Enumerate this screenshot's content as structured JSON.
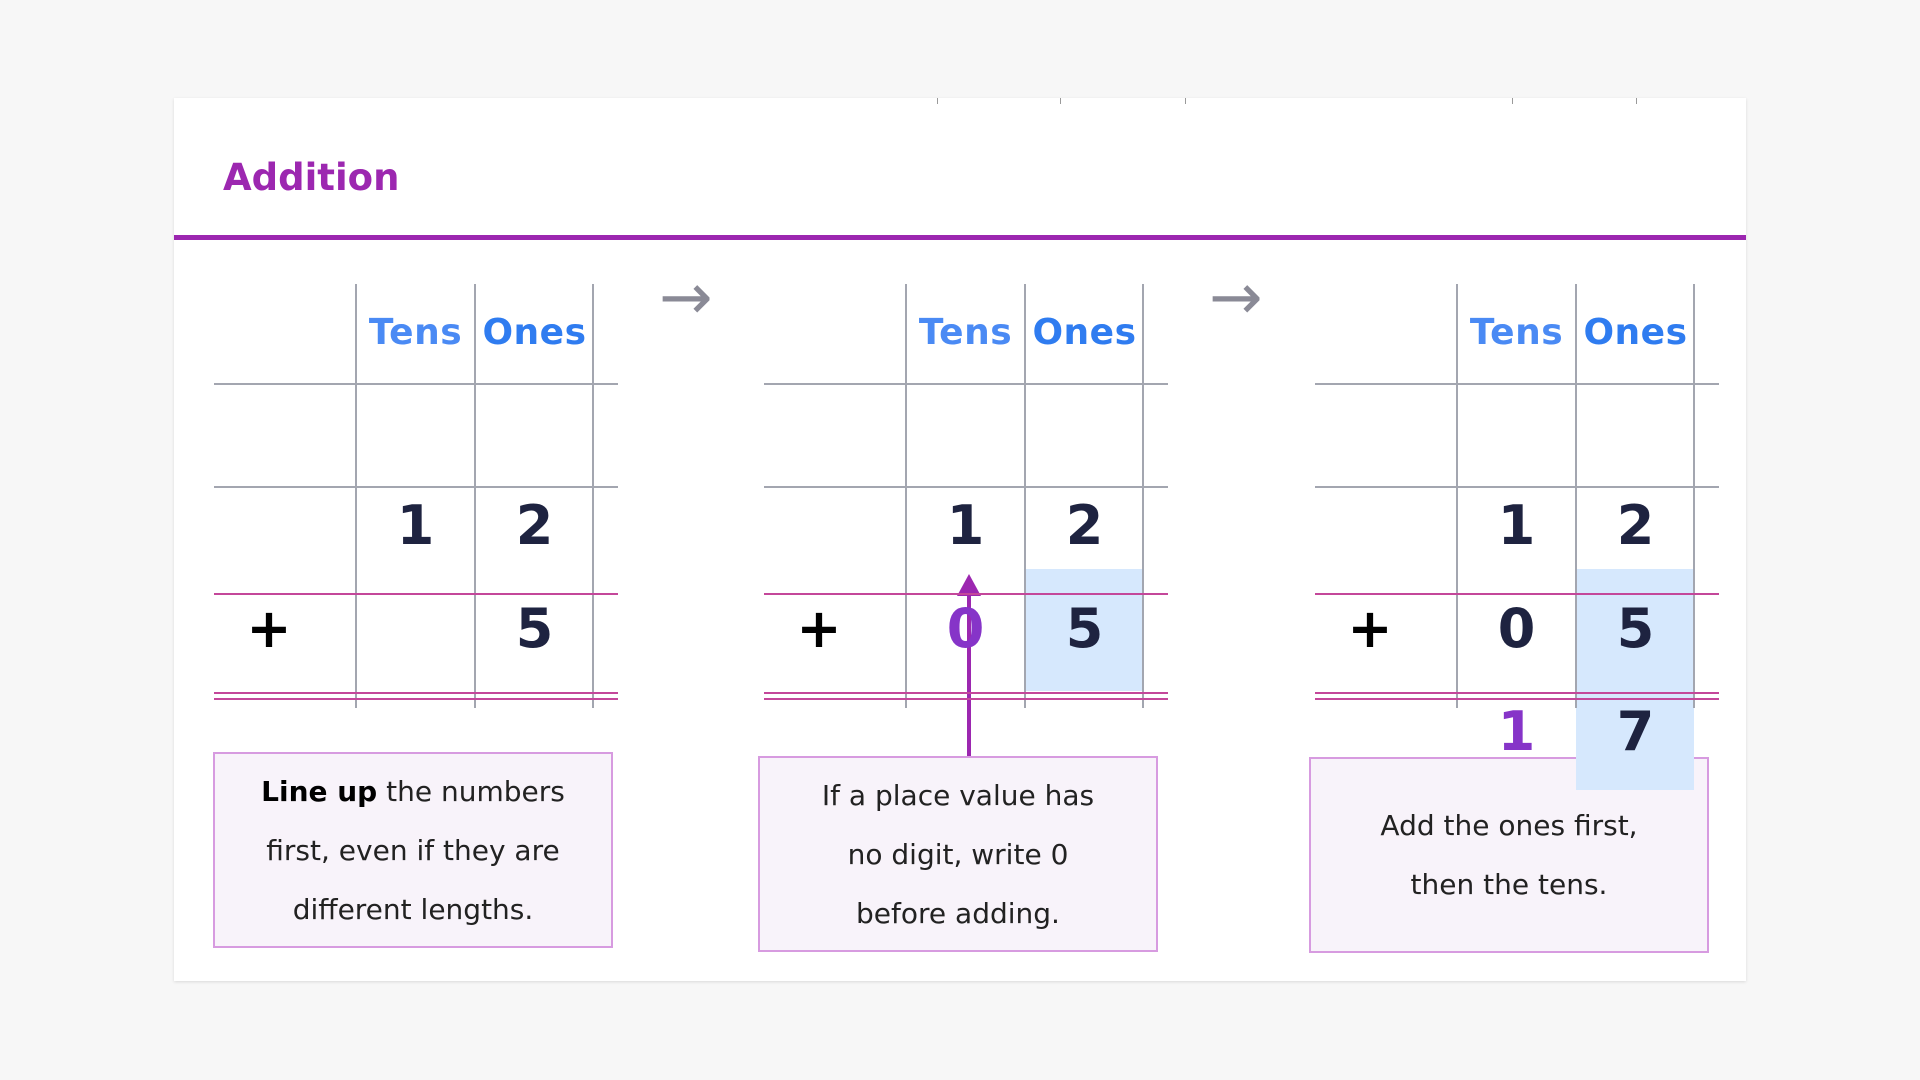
{
  "title": "Addition",
  "colors": {
    "accent": "#9c27b0",
    "header_blue": "#2f7cf0",
    "highlight": "#d6e8fd",
    "digit": "#1e2340",
    "inserted_digit": "#8634c8"
  },
  "tables": [
    {
      "headers": [
        "Tens",
        "Ones"
      ],
      "operator": "+",
      "rows": [
        [
          "1",
          "2"
        ],
        [
          "",
          "5"
        ],
        [
          "",
          ""
        ]
      ],
      "highlight_ones": false,
      "inserted": null
    },
    {
      "headers": [
        "Tens",
        "Ones"
      ],
      "operator": "+",
      "rows": [
        [
          "1",
          "2"
        ],
        [
          "0",
          "5"
        ],
        [
          "",
          ""
        ]
      ],
      "highlight_ones": true,
      "inserted": "row2-tens"
    },
    {
      "headers": [
        "Tens",
        "Ones"
      ],
      "operator": "+",
      "rows": [
        [
          "1",
          "2"
        ],
        [
          "0",
          "5"
        ],
        [
          "1",
          "7"
        ]
      ],
      "highlight_ones": true,
      "inserted": "row3-tens"
    }
  ],
  "arrow_icon": "right-arrow",
  "notes": [
    {
      "bold": "Line up",
      "line1_rest": " the numbers",
      "line2": "first, even if they are",
      "line3": "different lengths."
    },
    {
      "line1": "If a place value has",
      "line2": "no digit, write 0",
      "line3": "before adding."
    },
    {
      "line1": "Add the ones first,",
      "line2": "then the tens."
    }
  ]
}
